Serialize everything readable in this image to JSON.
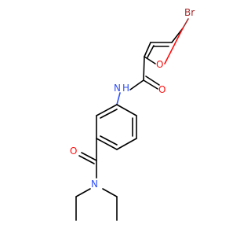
{
  "molecule": {
    "atoms": {
      "br": {
        "label": "Br",
        "color": "#a62929"
      },
      "o_furan": {
        "label": "O",
        "color": "#ff0d0d"
      },
      "o_amide1": {
        "label": "O",
        "color": "#ff0d0d"
      },
      "n_amide1": {
        "label": "N",
        "color": "#3050f8"
      },
      "h_amide1": {
        "label": "H",
        "color": "#3050f8"
      },
      "o_amide2": {
        "label": "O",
        "color": "#ff0d0d"
      },
      "n_amide2": {
        "label": "N",
        "color": "#3050f8"
      }
    }
  }
}
